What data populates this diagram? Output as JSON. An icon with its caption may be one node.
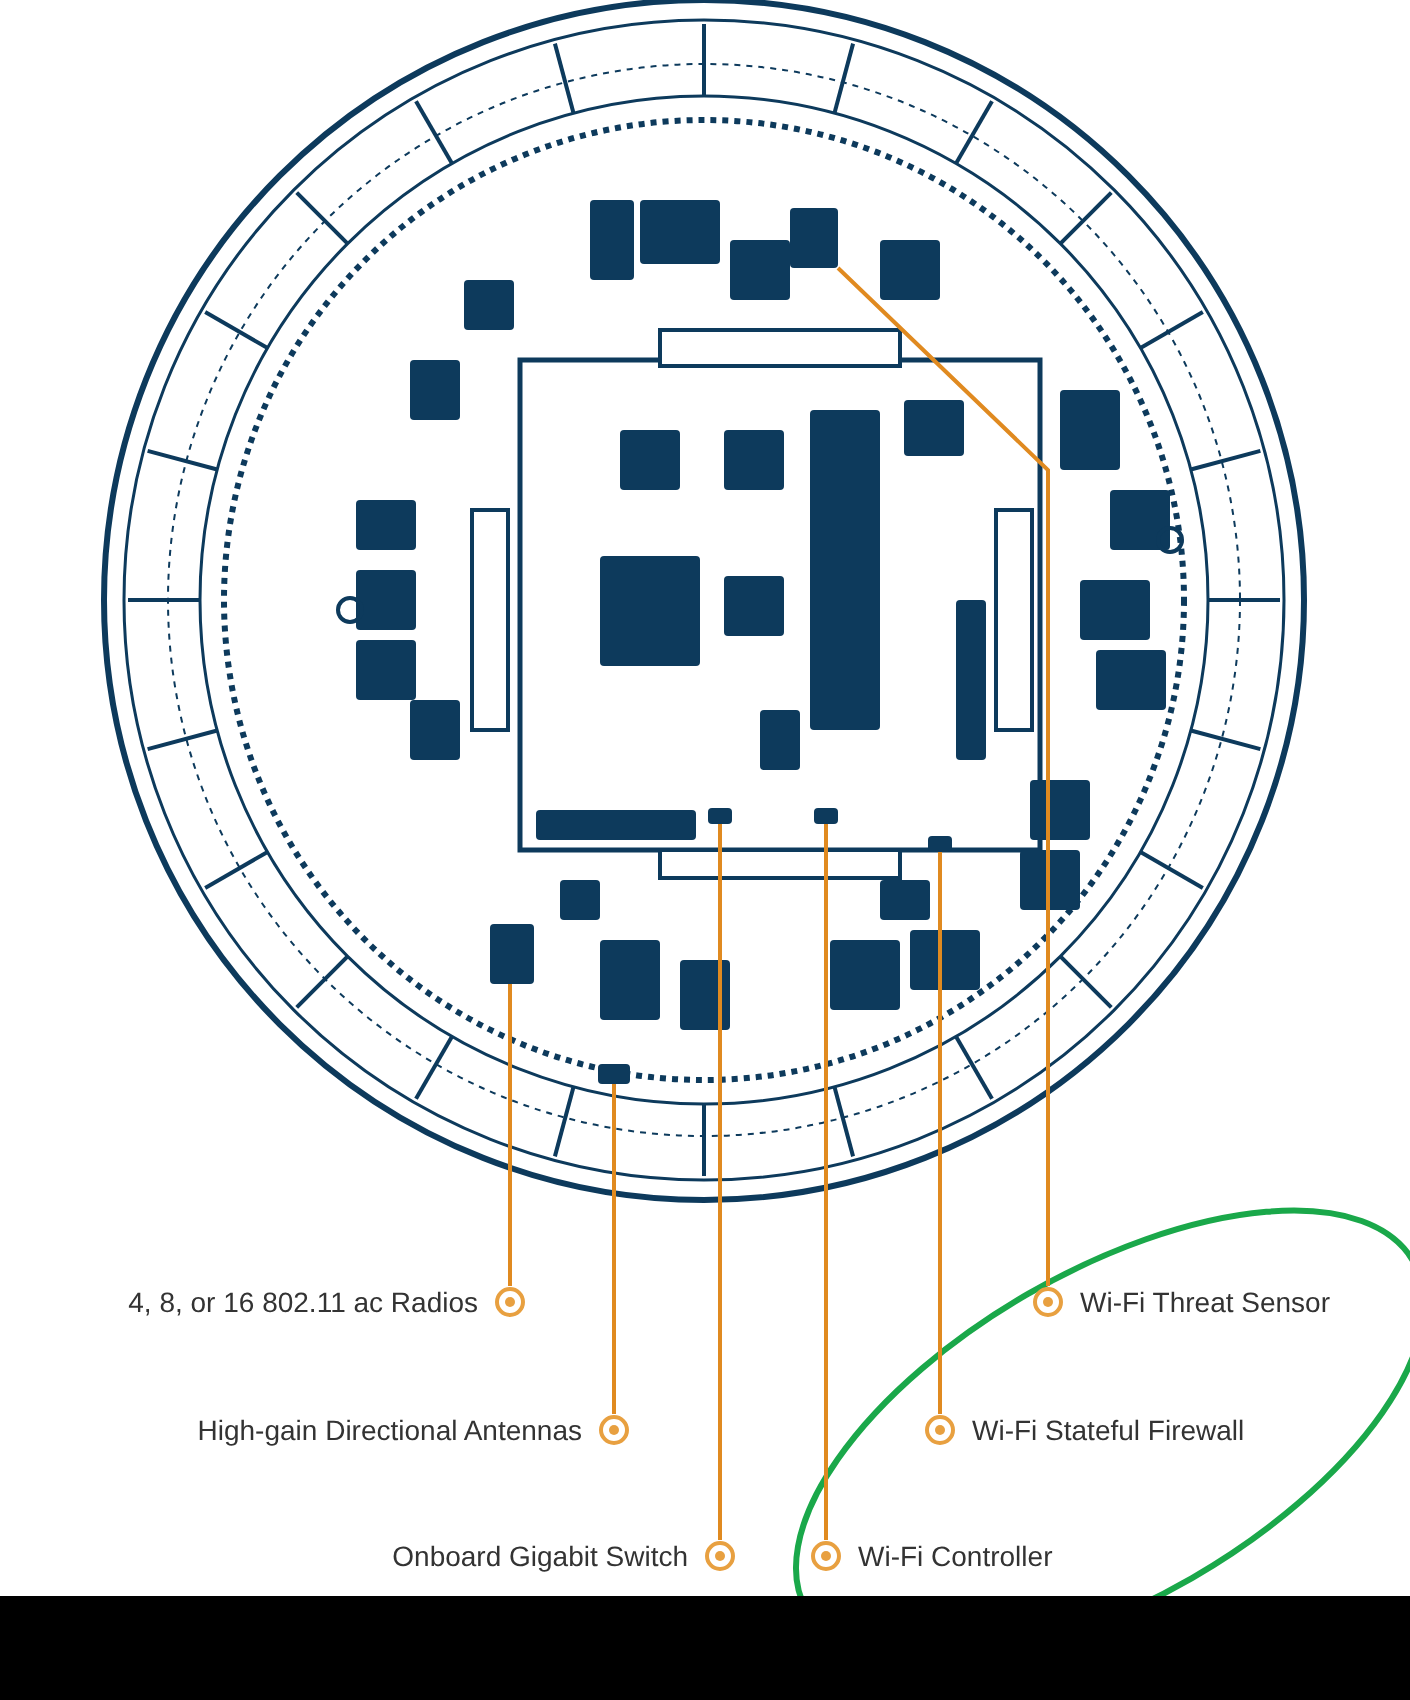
{
  "diagram": {
    "nodes": [
      {
        "text": [
          "4, 8, or 16 802.11 ac Radios"
        ]
      },
      {
        "text": [
          "Wi-Fi Threat Sensor"
        ]
      },
      {
        "text": [
          "High-gain Directional Antennas"
        ]
      },
      {
        "text": [
          "Wi-Fi Stateful Firewall"
        ]
      },
      {
        "text": [
          "Onboard Gigabit Switch"
        ]
      },
      {
        "text": [
          "Wi-Fi Controller"
        ]
      },
      {
        "text": [],
        "shape": "box"
      },
      {
        "text": [],
        "shape": "box"
      },
      {
        "text": [],
        "shape": "box"
      },
      {
        "text": [],
        "shape": "box"
      },
      {
        "text": [],
        "shape": "box"
      },
      {
        "text": [],
        "shape": "box"
      }
    ],
    "edges": [
      {
        "from": 0,
        "to": 6,
        "arrow": "none"
      },
      {
        "from": 1,
        "to": 9,
        "arrow": "none"
      },
      {
        "from": 2,
        "to": 7,
        "arrow": "none"
      },
      {
        "from": 3,
        "to": 11,
        "arrow": "none"
      },
      {
        "from": 4,
        "to": 8,
        "arrow": "none"
      },
      {
        "from": 5,
        "to": 10,
        "arrow": "none"
      }
    ]
  }
}
